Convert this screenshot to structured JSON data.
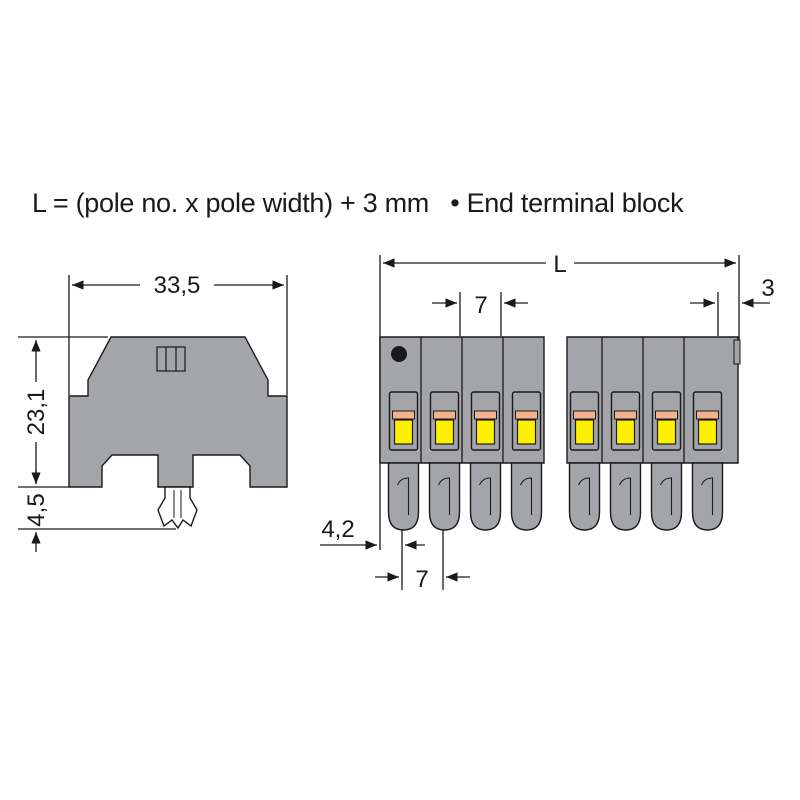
{
  "caption": {
    "formula": "L = (pole no. x pole width) + 3 mm",
    "bullet": "•",
    "note": "End terminal block"
  },
  "side_view": {
    "width_label": "33,5",
    "height_label": "23,1",
    "foot_label": "4,5"
  },
  "front_view": {
    "length_label": "L",
    "pole_width_label": "7",
    "end_plate_label": "3",
    "offset_label": "4,2",
    "pitch_label": "7",
    "poles_left_group": 4,
    "poles_right_group": 4
  },
  "colors": {
    "housing": "#a3a5a8",
    "housing_dark": "#7d8084",
    "lever": "#fff000",
    "lever_tip": "#f4b38d",
    "line": "#1a1a1a"
  }
}
